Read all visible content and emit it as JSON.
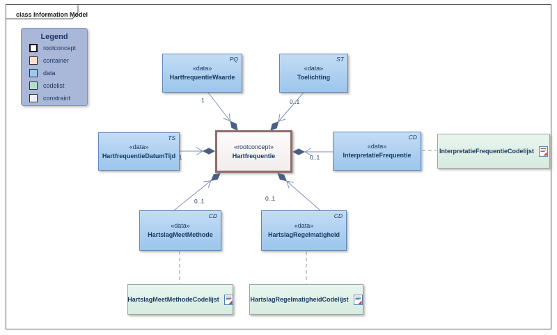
{
  "frame": {
    "tab_label": "class Information Model"
  },
  "legend": {
    "title": "Legend",
    "items": [
      {
        "label": "rootconcept",
        "color": "#ffffff",
        "border": "#111111",
        "border_width": "2px"
      },
      {
        "label": "container",
        "color": "#f6e0cb",
        "border": "#333333",
        "border_width": "1px"
      },
      {
        "label": "data",
        "color": "#9cc8ee",
        "border": "#333333",
        "border_width": "1px"
      },
      {
        "label": "codelist",
        "color": "#b2dfc9",
        "border": "#333333",
        "border_width": "1px"
      },
      {
        "label": "constraint",
        "color": "#efeffa",
        "border": "#333333",
        "border_width": "1px"
      }
    ]
  },
  "nodes": {
    "hartfrequentie": {
      "stereotype": "«rootconcept»",
      "name": "Hartfrequentie"
    },
    "hartfrequentieWaarde": {
      "stereotype": "«data»",
      "name": "HartfrequentieWaarde",
      "type": "PQ"
    },
    "toelichting": {
      "stereotype": "«data»",
      "name": "Toelichting",
      "type": "ST"
    },
    "hartfrequentieDatumTijd": {
      "stereotype": "«data»",
      "name": "HartfrequentieDatumTijd",
      "type": "TS"
    },
    "interpretatieFrequentie": {
      "stereotype": "«data»",
      "name": "InterpretatieFrequentie",
      "type": "CD"
    },
    "hartslagMeetMethode": {
      "stereotype": "«data»",
      "name": "HartslagMeetMethode",
      "type": "CD"
    },
    "hartslagRegelmatigheid": {
      "stereotype": "«data»",
      "name": "HartslagRegelmatigheid",
      "type": "CD"
    },
    "interpretatieFrequentieCodelijst": {
      "name": "InterpretatieFrequentieCodelijst"
    },
    "hartslagMeetMethodeCodelijst": {
      "name": "HartslagMeetMethodeCodelijst"
    },
    "hartslagRegelmatigheidCodelijst": {
      "name": "HartslagRegelmatigheidCodelijst"
    }
  },
  "connectors": [
    {
      "from": "HartfrequentieWaarde",
      "to": "Hartfrequentie",
      "kind": "composition",
      "multiplicity": "1"
    },
    {
      "from": "Toelichting",
      "to": "Hartfrequentie",
      "kind": "composition",
      "multiplicity": "0..1"
    },
    {
      "from": "HartfrequentieDatumTijd",
      "to": "Hartfrequentie",
      "kind": "composition",
      "multiplicity": "1"
    },
    {
      "from": "InterpretatieFrequentie",
      "to": "Hartfrequentie",
      "kind": "composition",
      "multiplicity": "0..1"
    },
    {
      "from": "HartslagMeetMethode",
      "to": "Hartfrequentie",
      "kind": "composition",
      "multiplicity": "0..1"
    },
    {
      "from": "HartslagRegelmatigheid",
      "to": "Hartfrequentie",
      "kind": "composition",
      "multiplicity": "0..1"
    },
    {
      "from": "InterpretatieFrequentie",
      "to": "InterpretatieFrequentieCodelijst",
      "kind": "dashed"
    },
    {
      "from": "HartslagMeetMethode",
      "to": "HartslagMeetMethodeCodelijst",
      "kind": "dashed"
    },
    {
      "from": "HartslagRegelmatigheid",
      "to": "HartslagRegelmatigheidCodelijst",
      "kind": "dashed"
    }
  ],
  "icons": {
    "codelist_icon": "document-with-red-arrow"
  },
  "colors": {
    "data_fill": "#a9cdf0",
    "data_border": "#5e87b8",
    "codelist_fill": "#ddeee5",
    "codelist_border": "#9aa89f",
    "root_fill": "#f8f6f5",
    "root_border": "#8e6c6a",
    "line": "#7d90b8",
    "diamond": "#4b5e85",
    "legend_bg": "#a9b7d8",
    "text": "#17365d"
  }
}
